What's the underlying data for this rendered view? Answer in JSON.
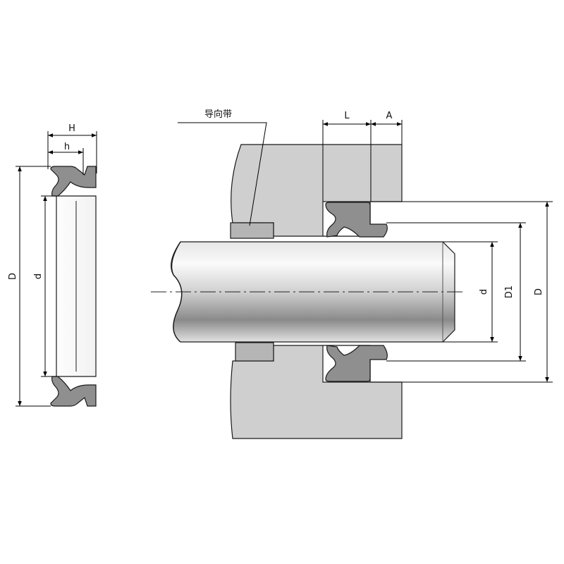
{
  "labels": {
    "guide_band": "导向带",
    "seal_H": "H",
    "seal_h": "h",
    "seal_D": "D",
    "seal_d": "d",
    "groove_L": "L",
    "groove_A": "A",
    "rod_d": "d",
    "groove_D1": "D1",
    "groove_D": "D"
  },
  "colors": {
    "housing": "#cfcfcf",
    "seal": "#8f8f8f",
    "guide_band": "#b5b5b5",
    "rod_light": "#f4f4f4",
    "rod_dark": "#8a8a8a",
    "line": "#000000"
  }
}
